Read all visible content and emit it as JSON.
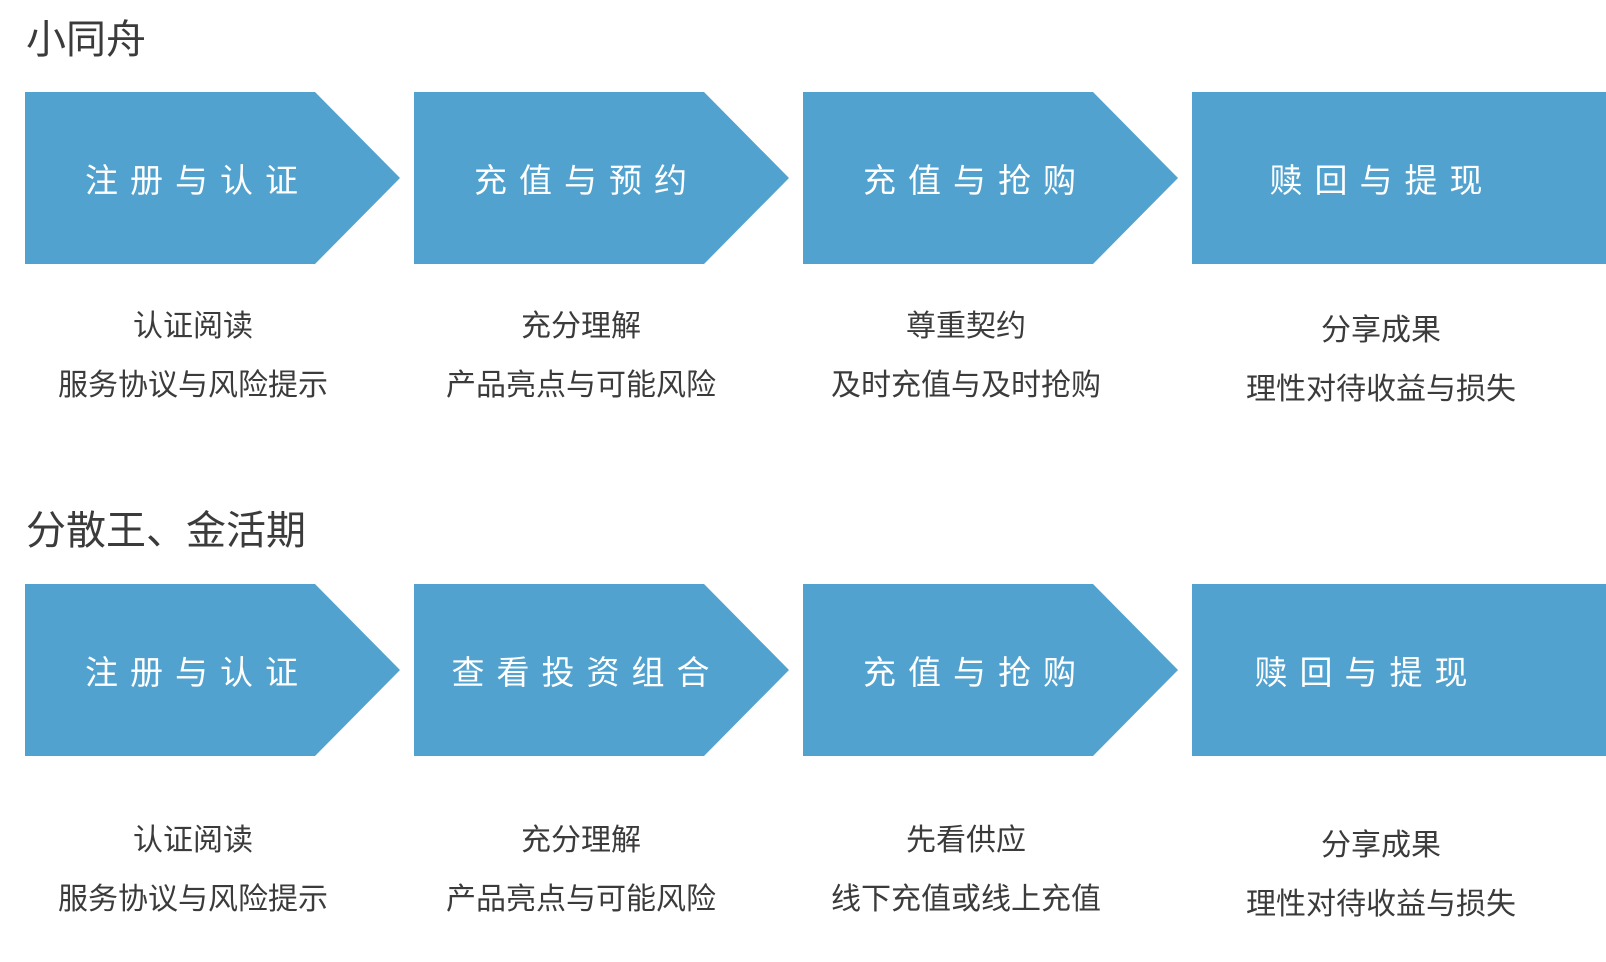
{
  "theme": {
    "step_color": "#52A2CF",
    "text_color": "#3B3B3B",
    "step_text_color": "#FFFFFF"
  },
  "sections": [
    {
      "title": "小同舟",
      "steps": [
        {
          "label": "注册与认证",
          "desc_title": "认证阅读",
          "desc_text": "服务协议与风险提示"
        },
        {
          "label": "充值与预约",
          "desc_title": "充分理解",
          "desc_text": "产品亮点与可能风险"
        },
        {
          "label": "充值与抢购",
          "desc_title": "尊重契约",
          "desc_text": "及时充值与及时抢购"
        },
        {
          "label": "赎回与提现",
          "desc_title": "分享成果",
          "desc_text": "理性对待收益与损失"
        }
      ]
    },
    {
      "title": "分散王、金活期",
      "steps": [
        {
          "label": "注册与认证",
          "desc_title": "认证阅读",
          "desc_text": "服务协议与风险提示"
        },
        {
          "label": "查看投资组合",
          "desc_title": "充分理解",
          "desc_text": "产品亮点与可能风险"
        },
        {
          "label": "充值与抢购",
          "desc_title": "先看供应",
          "desc_text": "线下充值或线上充值"
        },
        {
          "label": "赎回与提现",
          "desc_title": "分享成果",
          "desc_text": "理性对待收益与损失"
        }
      ]
    }
  ]
}
